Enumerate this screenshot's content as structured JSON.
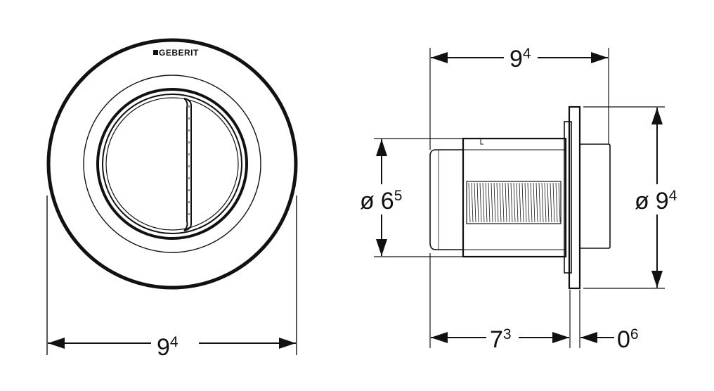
{
  "brand": {
    "logo_text": "GEBERIT"
  },
  "front_view": {
    "width_dimension": {
      "main": "9",
      "sup": "4"
    }
  },
  "side_view": {
    "overall_depth": {
      "main": "9",
      "sup": "4"
    },
    "body_diameter": {
      "prefix": "ø",
      "main": "6",
      "sup": "5"
    },
    "plate_diameter": {
      "prefix": "ø",
      "main": "9",
      "sup": "4"
    },
    "body_depth": {
      "main": "7",
      "sup": "3"
    },
    "plate_thickness": {
      "main": "0",
      "sup": "6"
    }
  },
  "colors": {
    "line": "#111111",
    "background": "#ffffff"
  }
}
